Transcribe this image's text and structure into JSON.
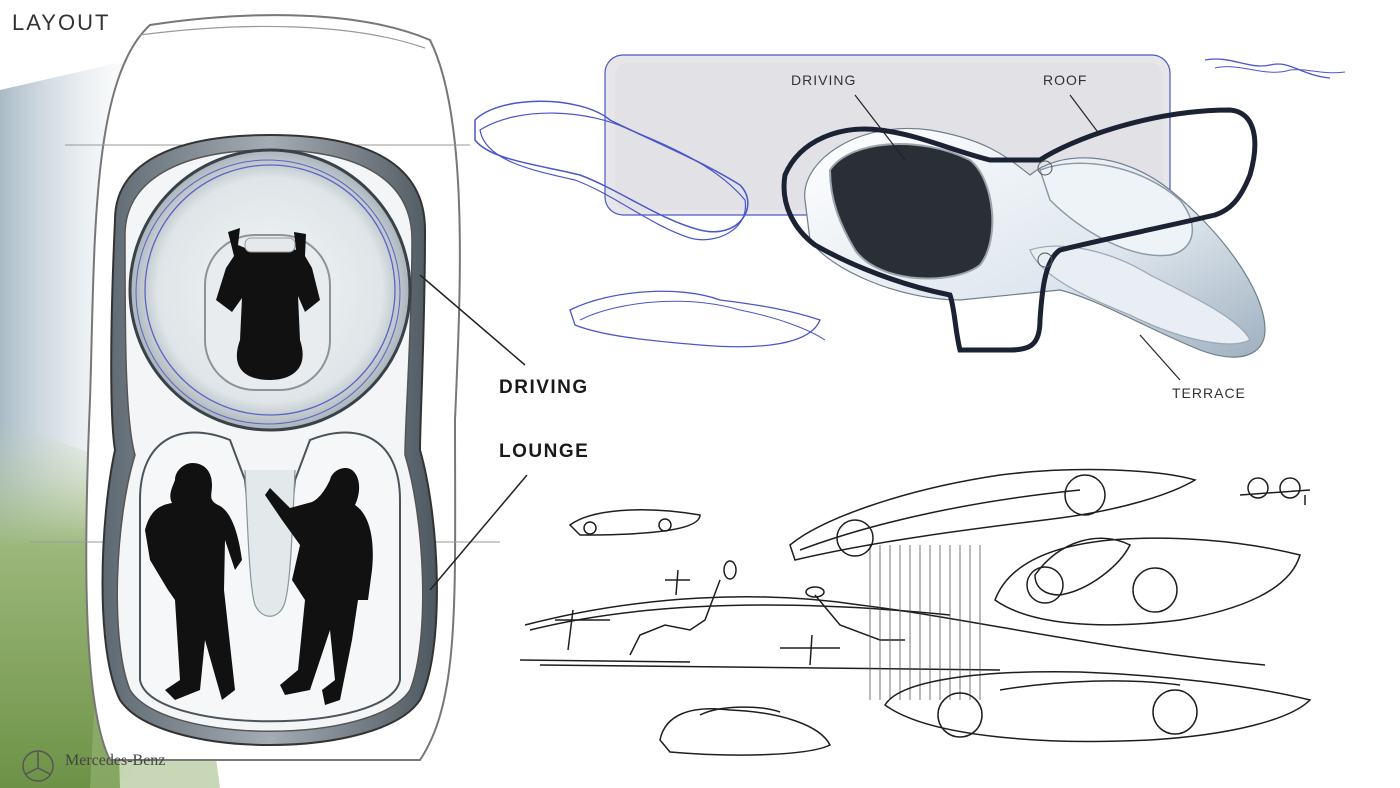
{
  "page": {
    "title": "LAYOUT",
    "brand": "Mercedes-Benz"
  },
  "labels": {
    "driving": "DRIVING",
    "lounge": "LOUNGE",
    "sketch_driving": "DRIVING",
    "sketch_roof": "ROOF",
    "sketch_terrace": "TERRACE"
  },
  "icons": {
    "brand_logo": "mercedes-star-icon"
  },
  "colors": {
    "sketch_blue": "#4a57c8",
    "ink": "#1b2233",
    "grass": "#7fa05a",
    "shadow": "#b7c6d0"
  }
}
